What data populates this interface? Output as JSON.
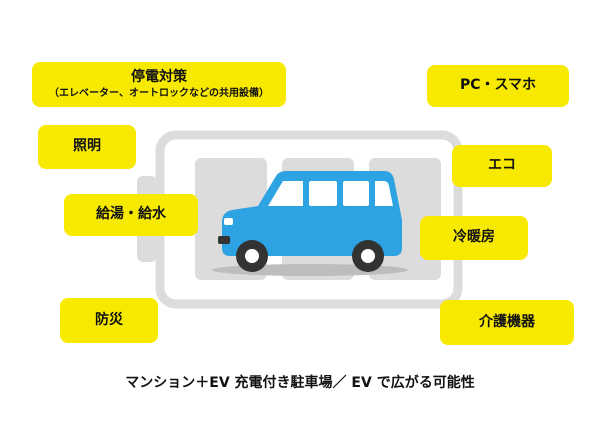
{
  "diagram": {
    "caption": "マンション＋EV 充電付き駐車場／ EV で広がる可能性",
    "labels": {
      "power_outage": "停電対策",
      "power_outage_detail": "（エレベーター、オートロックなどの共用設備）",
      "pc_phone": "PC・スマホ",
      "lighting": "照明",
      "eco": "エコ",
      "water_heating": "給湯・給水",
      "air_conditioning": "冷暖房",
      "disaster_prevention": "防災",
      "nursing_care_equipment": "介護機器"
    },
    "colors": {
      "tag_yellow": "#f7ea00",
      "battery_gray": "#dcdcdc",
      "car_blue": "#2ea3e3",
      "car_dark": "#333333"
    }
  }
}
